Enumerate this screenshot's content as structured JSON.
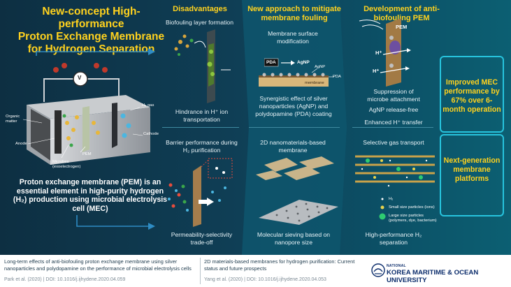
{
  "header": {
    "title_line1": "New-concept High-performance",
    "title_line2": "Proton Exchange Membrane",
    "title_line3": "for Hydrogen Separation"
  },
  "cell_diagram": {
    "voltage_symbol": "V",
    "h2_gas": "H₂ gas",
    "organic_matter": "Organic matter",
    "cathode": "Cathode",
    "anode": "Anode",
    "pem": "PEM",
    "microbes": "Microbes (exoelectrogen)"
  },
  "intro_text": "Proton exchange membrane (PEM) is an essential element in high-purity hydrogen (H₂) production using microbial electrolysis cell (MEC)",
  "disadvantages": {
    "heading": "Disadvantages",
    "item1_top": "Biofouling layer formation",
    "item1_bottom": "Hindrance in H⁺ ion transportation",
    "item2_top": "Barrier performance during H₂ purification",
    "item2_bottom": "Permeability-selectivity trade-off"
  },
  "new_approach": {
    "heading": "New approach to mitigate membrane fouling",
    "item1_top": "Membrane surface modification",
    "pda_label": "PDA",
    "agnp_label": "AgNP",
    "agnp_small": "AgNP",
    "pda_small": "PDA",
    "membrane_label": "membrane",
    "item1_bottom": "Synergistic effect of silver nanoparticles (AgNP) and polydopamine (PDA) coating",
    "item2_top": "2D nanomaterials-based membrane",
    "item2_bottom": "Molecular sieving based on nanopore size"
  },
  "development": {
    "heading": "Development of anti-biofouling PEM",
    "pem_label": "PEM",
    "h_plus_1": "H⁺",
    "h_plus_2": "H⁺",
    "feature1": "Suppression of microbe attachment",
    "feature2": "AgNP release-free",
    "feature3": "Enhanced H⁺ transfer",
    "gas_heading": "Selective gas transport",
    "legend_h2": "H₂",
    "legend_small": "Small size particles (ions)",
    "legend_large": "Large size particles (polymers, dye, bacterium)",
    "gas_bottom": "High-performance H₂ separation"
  },
  "highlights": {
    "box1": "Improved MEC performance by 67% over 6-month operation",
    "box2": "Next-generation membrane platforms"
  },
  "footer": {
    "ref1_title": "Long-term effects of anti-biofouling proton exchange membrane using silver nanoparticles and polydopamine on the performance of microbial electrolysis cells",
    "ref1_meta": "Park et al. (2020)  |  DOI: 10.1016/j.ijhydene.2020.04.059",
    "ref2_title": "2D materials-based membranes for hydrogen purification: Current status and future prospects",
    "ref2_meta": "Yang et al. (2020)  |  DOI: 10.1016/j.ijhydene.2020.04.053",
    "university_small": "NATIONAL",
    "university": "KOREA MARITIME & OCEAN UNIVERSITY"
  },
  "colors": {
    "accent_yellow": "#ffd21e",
    "box_border": "#27c4de",
    "background": "#0f3e55"
  }
}
